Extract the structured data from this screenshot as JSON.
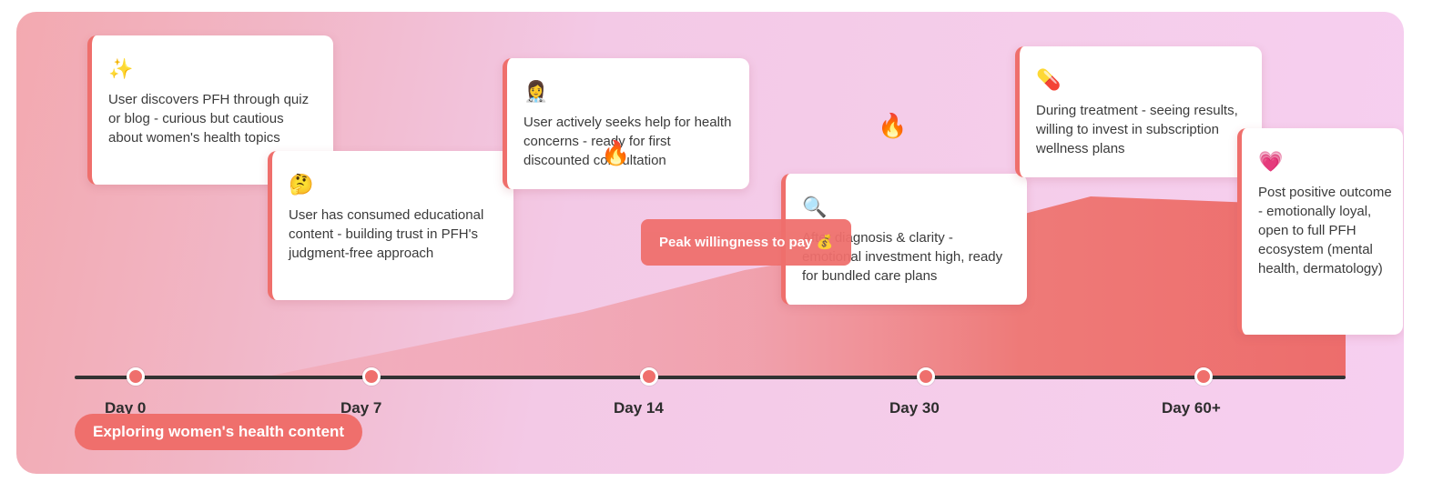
{
  "stages": [
    {
      "day": "Day 0",
      "icon": "✨",
      "text": "User discovers PFH through quiz or blog - curious but cautious about women's health topics"
    },
    {
      "day": "Day 7",
      "icon": "🤔",
      "text": "User has consumed educational content - building trust in PFH's judgment-free approach"
    },
    {
      "day": "Day 14",
      "icon": "👩‍⚕️",
      "text": "User actively seeks help for health concerns - ready for first discounted consultation"
    },
    {
      "day": "Day 30",
      "icon": "🔍",
      "text": "After diagnosis & clarity - emotional investment high, ready for bundled care plans"
    },
    {
      "day": "Day 60+",
      "icon": "💊",
      "text": "During treatment - seeing results, willing to invest in subscription wellness plans"
    },
    {
      "day": "",
      "icon": "💗",
      "text": "Post positive outcome - emotionally loyal, open to full PFH ecosystem (mental health, dermatology)"
    }
  ],
  "labels": {
    "start_badge": "Exploring women's health content",
    "peak_badge": "Peak willingness to pay 💰",
    "flame": "🔥"
  },
  "colors": {
    "accent": "#ef6f6c",
    "axis": "#333333"
  }
}
